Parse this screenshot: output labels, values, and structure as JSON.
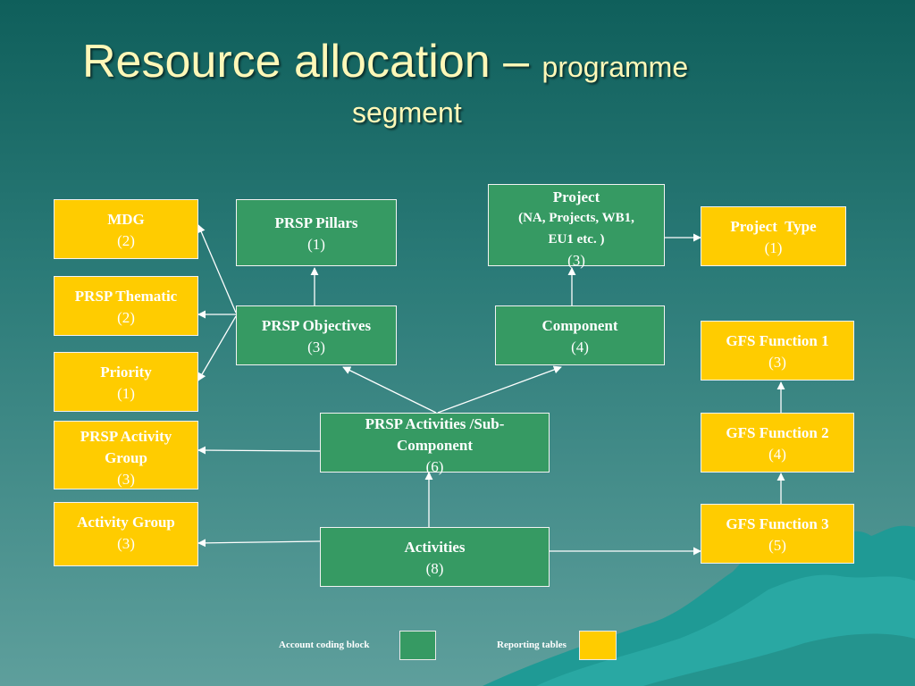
{
  "title": {
    "main": "Resource allocation – ",
    "sub_line1": "programme",
    "sub_line2": "segment"
  },
  "boxes": {
    "mdg": {
      "label": "MDG",
      "num": "(2)"
    },
    "prsp_thematic": {
      "label": "PRSP Thematic",
      "num": "(2)"
    },
    "priority": {
      "label": "Priority",
      "num": "(1)"
    },
    "prsp_activity_group": {
      "label_l1": "PRSP Activity",
      "label_l2": "Group",
      "num": "(3)"
    },
    "activity_group": {
      "label": "Activity Group",
      "num": "(3)"
    },
    "prsp_pillars": {
      "label": "PRSP Pillars",
      "num": "(1)"
    },
    "prsp_objectives": {
      "label": "PRSP Objectives",
      "num": "(3)"
    },
    "project": {
      "label": "Project",
      "detail_l1": "(NA, Projects, WB1,",
      "detail_l2": "EU1 etc. )",
      "num": "(3)"
    },
    "component": {
      "label": "Component",
      "num": "(4)"
    },
    "prsp_activities": {
      "label_l1": "PRSP Activities /Sub-",
      "label_l2": "Component",
      "num": "(6)"
    },
    "activities": {
      "label": "Activities",
      "num": "(8)"
    },
    "project_type": {
      "label": "Project  Type",
      "num": "(1)"
    },
    "gfs1": {
      "label": "GFS Function 1",
      "num": "(3)"
    },
    "gfs2": {
      "label": "GFS Function 2",
      "num": "(4)"
    },
    "gfs3": {
      "label": "GFS Function 3",
      "num": "(5)"
    }
  },
  "legend": {
    "account_label": "Account coding block",
    "reporting_label": "Reporting tables"
  },
  "colors": {
    "account_block": "#369a63",
    "reporting_table": "#ffcc00",
    "title_text": "#fff8b8"
  }
}
